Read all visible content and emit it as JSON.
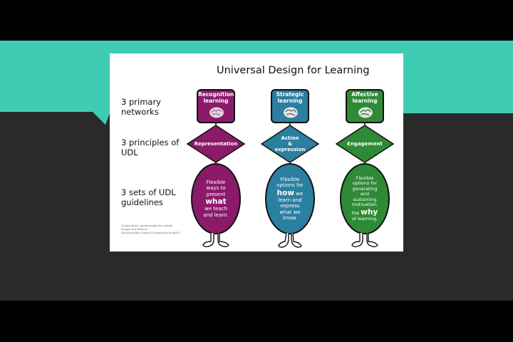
{
  "title": "Universal Design for Learning",
  "row_labels": {
    "networks": "3 primary\nnetworks",
    "principles": "3 principles of\nUDL",
    "guidelines": "3 sets of UDL\nguidelines"
  },
  "credit": "Christie Bolin, commonsight.me.rs/ether Images and Ideas of UDL/Education.Creative.Commons/univ-Ko422",
  "columns": [
    {
      "network": "Recognition\nlearning",
      "principle": "Representation",
      "guideline_pre": "Flexible\nways to\npresent",
      "guideline_key": "what",
      "guideline_post": "we teach\nand learn."
    },
    {
      "network": "Strategic\nlearning",
      "principle": "Action\n&\nexpression",
      "guideline_pre": "Flexible\noptions for",
      "guideline_key": "how",
      "guideline_key_suffix": " we",
      "guideline_post": "learn and\nexpress\nwhat we\nknow."
    },
    {
      "network": "Affective\nlearning",
      "principle": "Engagement",
      "guideline_pre": "Flexible\noptions for\ngenerating\nand\nsustaining\nmotivation,",
      "guideline_key_prefix": "the ",
      "guideline_key": "why",
      "guideline_post": "of learning."
    }
  ],
  "colors": {
    "purple": "#8b1a6b",
    "blue": "#2b7fa0",
    "green": "#2e8a35",
    "teal": "#3ecdb2"
  }
}
